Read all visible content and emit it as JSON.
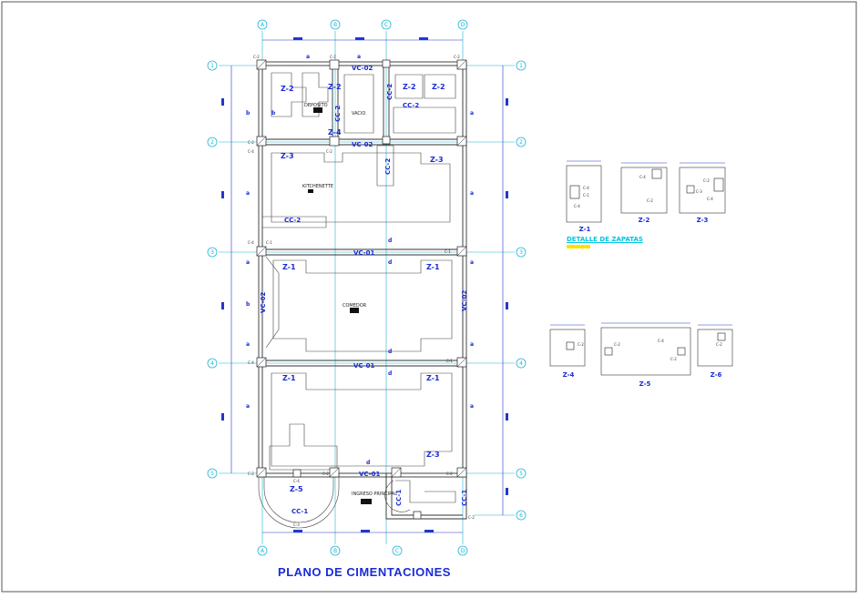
{
  "title": "PLANO DE CIMENTACIONES",
  "details_title": "DETALLE DE ZAPATAS",
  "grid": {
    "vertical": [
      "A",
      "B",
      "C",
      "D"
    ],
    "horizontal": [
      "1",
      "2",
      "3",
      "4",
      "5",
      "6"
    ]
  },
  "spaces": {
    "deposito": "DEPOSITO",
    "vacio": "VACIO",
    "kitchenette": "KITCHENETTE",
    "comedor": "COMEDOR",
    "ingreso": "INGRESO\nPRINCIPAL"
  },
  "beams": {
    "vc02_top": "VC-02",
    "vc02_row2": "VC-02",
    "vc01_row3": "VC-01",
    "vc01_row4": "VC-01",
    "vc01_row5": "VC-01",
    "vc02_left": "VC-02",
    "vc02_right": "VC-02"
  },
  "curbs": {
    "cc2_a": "CC-2",
    "cc2_b": "CC-2",
    "cc2_c": "CC-2",
    "cc2_d": "CC-2",
    "cc2_e": "CC-2",
    "cc1_a": "CC-1",
    "cc1_b": "CC-1",
    "cc1_c": "CC-1"
  },
  "footings": {
    "z2": "Z-2",
    "z3": "Z-3",
    "z1": "Z-1",
    "z4": "Z-4",
    "z5": "Z-5",
    "z6": "Z-6"
  },
  "columns": {
    "c1": "C-1",
    "c2": "C-2",
    "c3": "C-3",
    "c4": "C-4"
  },
  "section_marks": {
    "a": "a",
    "b": "b",
    "d": "d"
  },
  "colors": {
    "outline": "#333333",
    "grid": "#1fb5d6",
    "dimension": "#2238c8",
    "label": "#1a2bd6",
    "highlight": "#ffe100"
  }
}
